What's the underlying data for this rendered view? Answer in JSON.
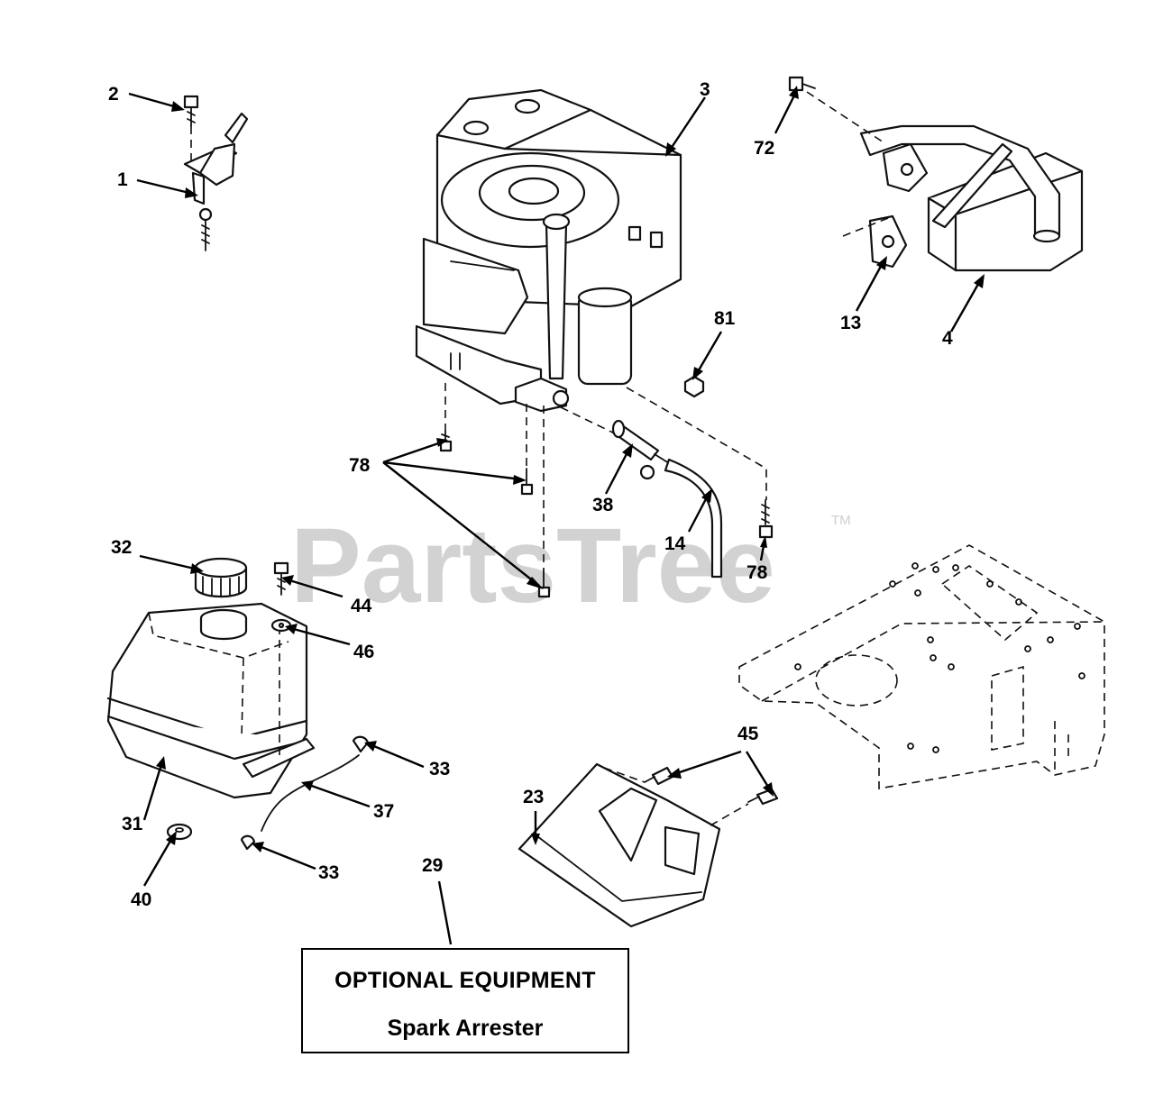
{
  "watermark": {
    "text": "PartsTree",
    "trademark": "TM"
  },
  "callouts": {
    "c1": "1",
    "c2": "2",
    "c3": "3",
    "c4": "4",
    "c13": "13",
    "c14": "14",
    "c23": "23",
    "c29": "29",
    "c31": "31",
    "c32": "32",
    "c33a": "33",
    "c33b": "33",
    "c37": "37",
    "c38": "38",
    "c40": "40",
    "c44": "44",
    "c45": "45",
    "c46": "46",
    "c72": "72",
    "c78a": "78",
    "c78b": "78",
    "c81": "81"
  },
  "optional_equipment": {
    "title": "OPTIONAL EQUIPMENT",
    "subtitle": "Spark Arrester"
  }
}
